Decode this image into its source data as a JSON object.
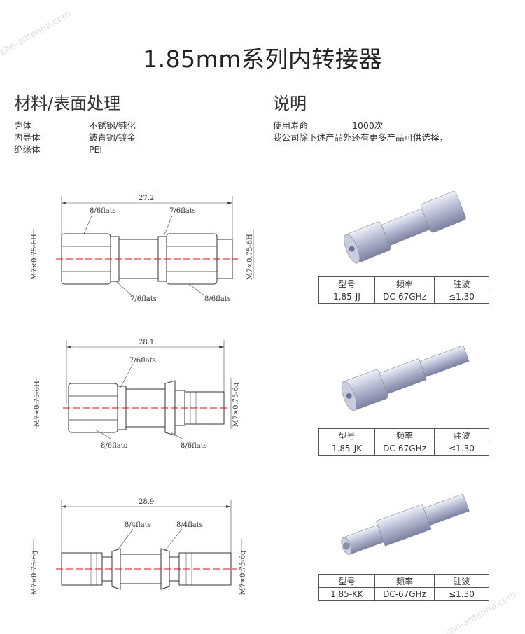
{
  "title": "1.85mm系列内转接器",
  "watermark": "chn-antenna.com",
  "materials": {
    "heading": "材料/表面处理",
    "rows": [
      {
        "key": "壳体",
        "value": "不锈钢/钝化"
      },
      {
        "key": "内导体",
        "value": "铍青铜/镀金"
      },
      {
        "key": "绝缘体",
        "value": "PEI"
      }
    ]
  },
  "description": {
    "heading": "说明",
    "life_label": "使用寿命",
    "life_value": "1000次",
    "note": "我公司除下述产品外还有更多产品可供选择，"
  },
  "drawings": [
    {
      "length": "27.2",
      "thread_left": "M7×0.75-6H",
      "thread_right": "M7×0.75-6H",
      "labels": [
        "8/6flats",
        "7/6flats",
        "7/6flats",
        "8/6flats"
      ]
    },
    {
      "length": "28.1",
      "thread_left": "M7×0.75-6H",
      "thread_right": "M7×0.75-6g",
      "labels": [
        "7/6flats",
        "8/6flats",
        "8/6flats"
      ]
    },
    {
      "length": "28.9",
      "thread_left": "M7×0.75-6g",
      "thread_right": "M7×0.75-6g",
      "labels": [
        "8/4flats",
        "8/4flats"
      ]
    }
  ],
  "products": [
    {
      "header": [
        "型号",
        "频率",
        "驻波"
      ],
      "model": "1.85-JJ",
      "freq": "DC-67GHz",
      "vswr": "≤1.30"
    },
    {
      "header": [
        "型号",
        "频率",
        "驻波"
      ],
      "model": "1.85-JK",
      "freq": "DC-67GHz",
      "vswr": "≤1.30"
    },
    {
      "header": [
        "型号",
        "频率",
        "驻波"
      ],
      "model": "1.85-KK",
      "freq": "DC-67GHz",
      "vswr": "≤1.30"
    }
  ]
}
